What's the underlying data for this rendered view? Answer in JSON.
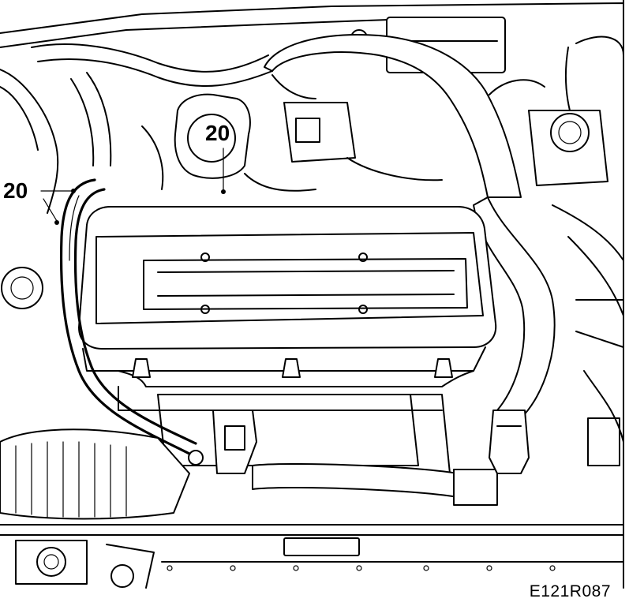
{
  "figure": {
    "code": "E121R087",
    "callouts": [
      "20",
      "20"
    ]
  }
}
